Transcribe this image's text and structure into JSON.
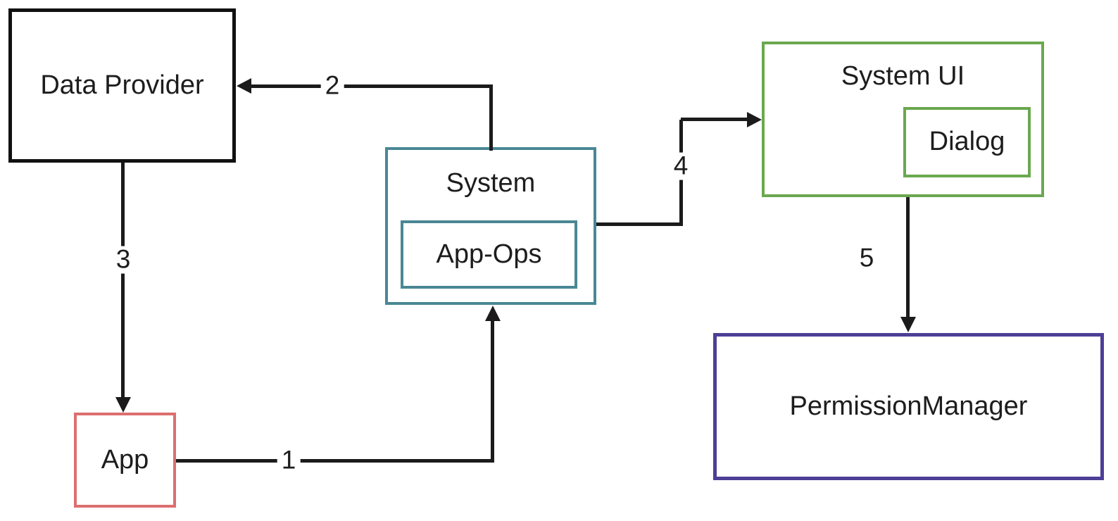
{
  "diagram": {
    "background": "#ffffff",
    "line_color": "#1b1b1b",
    "text_color": "#1d1d1d"
  },
  "boxes": {
    "data_provider": {
      "label": "Data Provider",
      "border_color": "#111111"
    },
    "system": {
      "label": "System",
      "border_color": "#4a8795"
    },
    "app_ops": {
      "label": "App-Ops",
      "border_color": "#4a8795"
    },
    "system_ui": {
      "label": "System UI",
      "border_color": "#6aa84f"
    },
    "dialog": {
      "label": "Dialog",
      "border_color": "#6aa84f"
    },
    "permission_manager": {
      "label": "PermissionManager",
      "border_color": "#4d3f96"
    },
    "app": {
      "label": "App",
      "border_color": "#dd6f6f"
    }
  },
  "arrows": {
    "step_1": {
      "label": "1",
      "from": "App",
      "to": "System"
    },
    "step_2": {
      "label": "2",
      "from": "System",
      "to": "Data Provider"
    },
    "step_3": {
      "label": "3",
      "from": "Data Provider",
      "to": "App"
    },
    "step_4": {
      "label": "4",
      "from": "System",
      "to": "System UI"
    },
    "step_5": {
      "label": "5",
      "from": "System UI",
      "to": "PermissionManager"
    }
  }
}
